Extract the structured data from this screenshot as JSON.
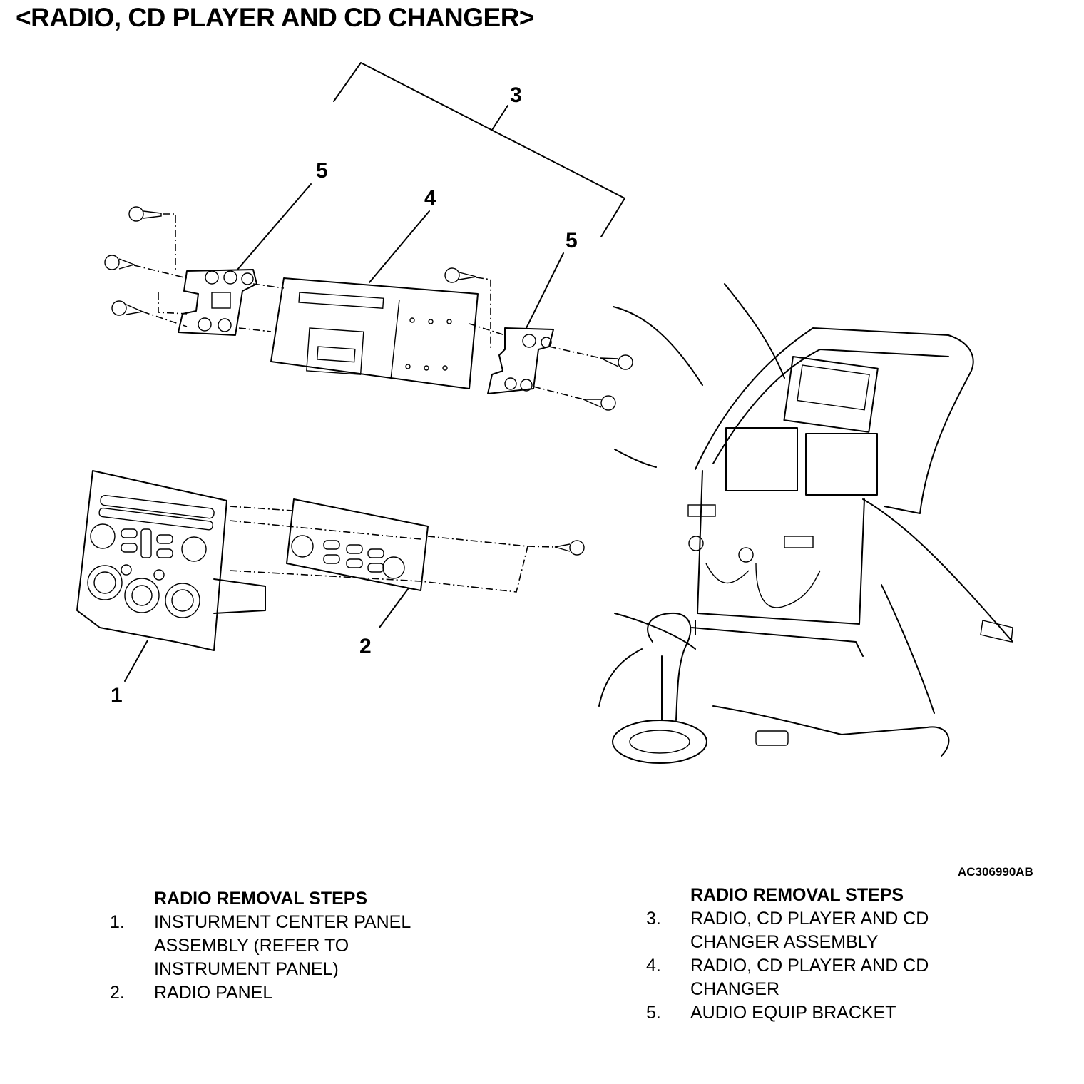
{
  "title": "<RADIO, CD PLAYER AND CD CHANGER>",
  "figure_code": "AC306990AB",
  "callouts": [
    "1",
    "2",
    "3",
    "4",
    "5",
    "5"
  ],
  "left_steps": {
    "heading": "RADIO REMOVAL STEPS",
    "items": [
      {
        "num": "1.",
        "lines": [
          "INSTURMENT CENTER PANEL",
          "ASSEMBLY (REFER TO",
          "INSTRUMENT PANEL)"
        ]
      },
      {
        "num": "2.",
        "lines": [
          "RADIO PANEL"
        ]
      }
    ]
  },
  "right_steps": {
    "heading": "RADIO REMOVAL STEPS",
    "items": [
      {
        "num": "3.",
        "lines": [
          "RADIO, CD PLAYER AND CD",
          "CHANGER ASSEMBLY"
        ]
      },
      {
        "num": "4.",
        "lines": [
          "RADIO, CD PLAYER AND CD",
          "CHANGER"
        ]
      },
      {
        "num": "5.",
        "lines": [
          "AUDIO EQUIP BRACKET"
        ]
      }
    ]
  }
}
